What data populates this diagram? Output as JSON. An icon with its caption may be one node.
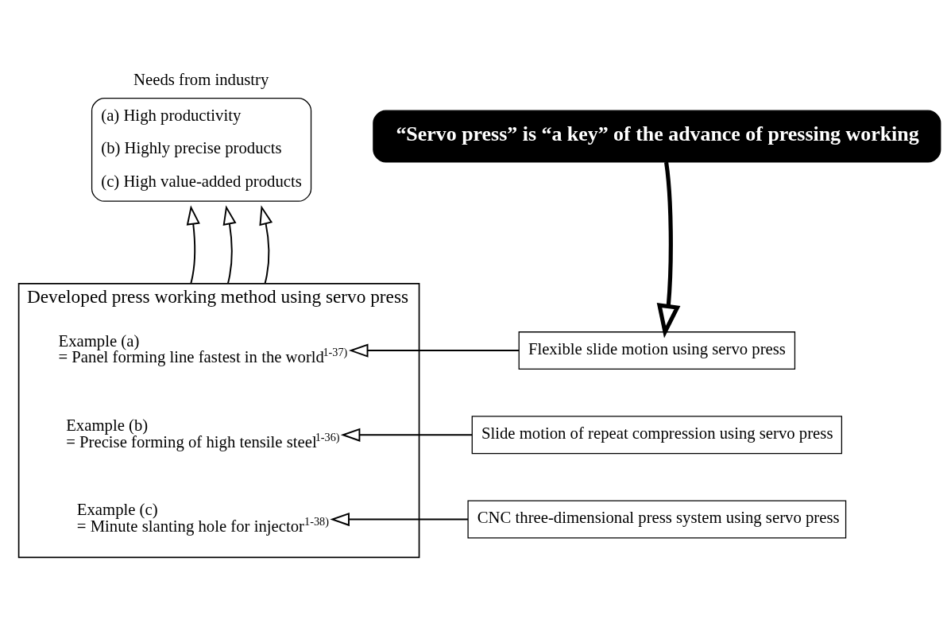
{
  "diagram": {
    "nodes": [
      {
        "text": [
          "Needs from industry",
          "(a) High productivity",
          "(b) Highly precise products",
          "(c) High value-added products"
        ]
      },
      {
        "text": [
          "“Servo press” is “a key” of the advance of pressing working"
        ]
      },
      {
        "text": [
          "Developed press working method using servo press"
        ]
      },
      {
        "text": [
          "Example (a)",
          "= Panel forming line fastest in the world$^{1-37)}$"
        ],
        "in": 2
      },
      {
        "text": [
          "Example (b)",
          "= Precise forming of high tensile steel$^{1-36)}$"
        ],
        "in": 2
      },
      {
        "text": [
          "Example (c)",
          "= Minute slanting hole for injector$^{1-38)}$"
        ],
        "in": 2
      },
      {
        "text": [
          "Flexible slide motion using servo press"
        ]
      },
      {
        "text": [
          "Slide motion of repeat compression using servo press"
        ]
      },
      {
        "text": [
          "CNC three-dimensional press system using servo press"
        ]
      }
    ],
    "edges": [
      {
        "from": 2,
        "to": 0,
        "arrow": "to"
      },
      {
        "from": 2,
        "to": 0,
        "arrow": "to"
      },
      {
        "from": 2,
        "to": 0,
        "arrow": "to"
      },
      {
        "from": 1,
        "to": 6,
        "arrow": "to",
        "style": "thick"
      },
      {
        "from": 6,
        "to": 3,
        "arrow": "to"
      },
      {
        "from": 7,
        "to": 4,
        "arrow": "to"
      },
      {
        "from": 8,
        "to": 5,
        "arrow": "to"
      }
    ]
  }
}
